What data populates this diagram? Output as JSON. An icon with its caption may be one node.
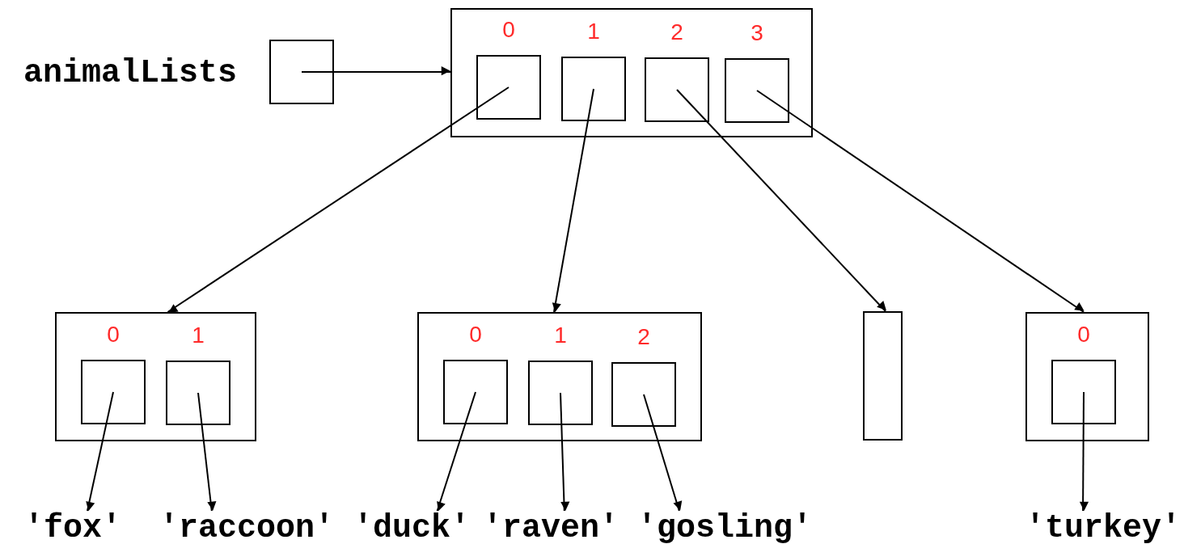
{
  "diagram": {
    "nodes": [
      {
        "text": [],
        "shape": "box",
        "beside": [
          "animalLists"
        ]
      },
      {
        "text": [],
        "shape": "box"
      },
      {
        "text": [
          "0"
        ],
        "in": 1
      },
      {
        "text": [
          "1"
        ],
        "in": 1
      },
      {
        "text": [
          "2"
        ],
        "in": 1
      },
      {
        "text": [
          "3"
        ],
        "in": 1
      },
      {
        "text": [],
        "shape": "box"
      },
      {
        "text": [
          "0"
        ],
        "in": 6
      },
      {
        "text": [
          "1"
        ],
        "in": 6
      },
      {
        "text": [],
        "shape": "box"
      },
      {
        "text": [
          "0"
        ],
        "in": 9
      },
      {
        "text": [
          "1"
        ],
        "in": 9
      },
      {
        "text": [
          "2"
        ],
        "in": 9
      },
      {
        "text": [],
        "shape": "box"
      },
      {
        "text": [],
        "shape": "box"
      },
      {
        "text": [
          "0"
        ],
        "in": 14
      },
      {
        "text": [
          "'fox'"
        ]
      },
      {
        "text": [
          "'raccoon'"
        ]
      },
      {
        "text": [
          "'duck'"
        ]
      },
      {
        "text": [
          "'raven'"
        ]
      },
      {
        "text": [
          "'gosling'"
        ]
      },
      {
        "text": [
          "'turkey'"
        ]
      }
    ],
    "edges": [
      {
        "from": 0,
        "to": 1,
        "arrow": "to"
      },
      {
        "from": 2,
        "to": 6,
        "arrow": "to"
      },
      {
        "from": 3,
        "to": 9,
        "arrow": "to"
      },
      {
        "from": 4,
        "to": 13,
        "arrow": "to"
      },
      {
        "from": 5,
        "to": 14,
        "arrow": "to"
      },
      {
        "from": 7,
        "to": 16,
        "arrow": "to"
      },
      {
        "from": 8,
        "to": 17,
        "arrow": "to"
      },
      {
        "from": 10,
        "to": 18,
        "arrow": "to"
      },
      {
        "from": 11,
        "to": 19,
        "arrow": "to"
      },
      {
        "from": 12,
        "to": 20,
        "arrow": "to"
      },
      {
        "from": 15,
        "to": 21,
        "arrow": "to"
      }
    ]
  }
}
